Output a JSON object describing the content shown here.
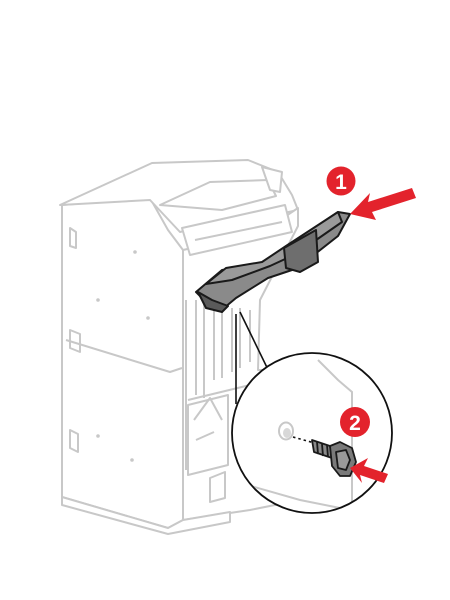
{
  "steps": [
    {
      "label": "1"
    },
    {
      "label": "2"
    }
  ],
  "colors": {
    "outline": "#c8c8c8",
    "body_fill": "#ffffff",
    "part_fill": "#8a8a8a",
    "part_dark": "#555555",
    "part_stroke": "#1a1a1a",
    "accent": "#e3232c",
    "zoom_line": "#111111"
  },
  "icons": {
    "step_marker": "red-numbered-circle",
    "direction": "red-arrow"
  }
}
